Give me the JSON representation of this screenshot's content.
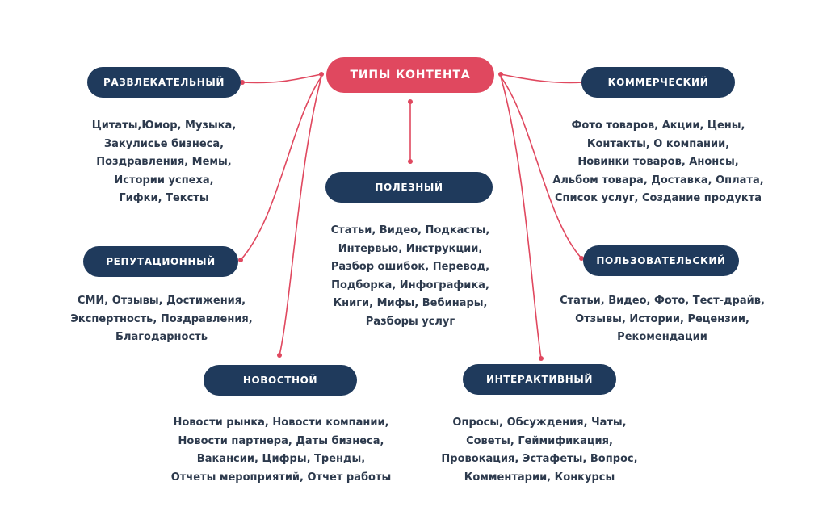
{
  "center": {
    "title": "ТИПЫ КОНТЕНТА"
  },
  "categories": {
    "entertaining": {
      "title": "РАЗВЛЕКАТЕЛЬНЫЙ",
      "items": [
        "Цитаты,Юмор, Музыка,",
        "Закулисье бизнеса,",
        "Поздравления, Мемы,",
        "Истории успеха,",
        "Гифки, Тексты"
      ]
    },
    "useful": {
      "title": "ПОЛЕЗНЫЙ",
      "items": [
        "Статьи, Видео, Подкасты,",
        "Интервью, Инструкции,",
        "Разбор ошибок, Перевод,",
        "Подборка, Инфографика,",
        "Книги, Мифы, Вебинары,",
        "Разборы услуг"
      ]
    },
    "commercial": {
      "title": "КОММЕРЧЕСКИЙ",
      "items": [
        "Фото товаров, Акции, Цены,",
        "Контакты, О компании,",
        "Новинки товаров, Анонсы,",
        "Альбом товара, Доставка, Оплата,",
        "Список услуг, Создание продукта"
      ]
    },
    "reputational": {
      "title": "РЕПУТАЦИОННЫЙ",
      "items": [
        "СМИ, Отзывы, Достижения,",
        "Экспертность, Поздравления,",
        "Благодарность"
      ]
    },
    "user": {
      "title": "ПОЛЬЗОВАТЕЛЬСКИЙ",
      "items": [
        "Статьи, Видео, Фото, Тест-драйв,",
        "Отзывы, Истории, Рецензии,",
        "Рекомендации"
      ]
    },
    "news": {
      "title": "НОВОСТНОЙ",
      "items": [
        "Новости рынка, Новости компании,",
        "Новости партнера, Даты бизнеса,",
        "Вакансии, Цифры, Тренды,",
        "Отчеты мероприятий, Отчет работы"
      ]
    },
    "interactive": {
      "title": "ИНТЕРАКТИВНЫЙ",
      "items": [
        "Опросы, Обсуждения, Чаты,",
        "Советы, Геймификация,",
        "Провокация, Эстафеты, Вопрос,",
        "Комментарии, Конкурсы"
      ]
    }
  },
  "colors": {
    "accent": "#e0485f",
    "pill": "#1f3a5c",
    "text": "#2d3a4d",
    "connector": "#e0485f"
  }
}
